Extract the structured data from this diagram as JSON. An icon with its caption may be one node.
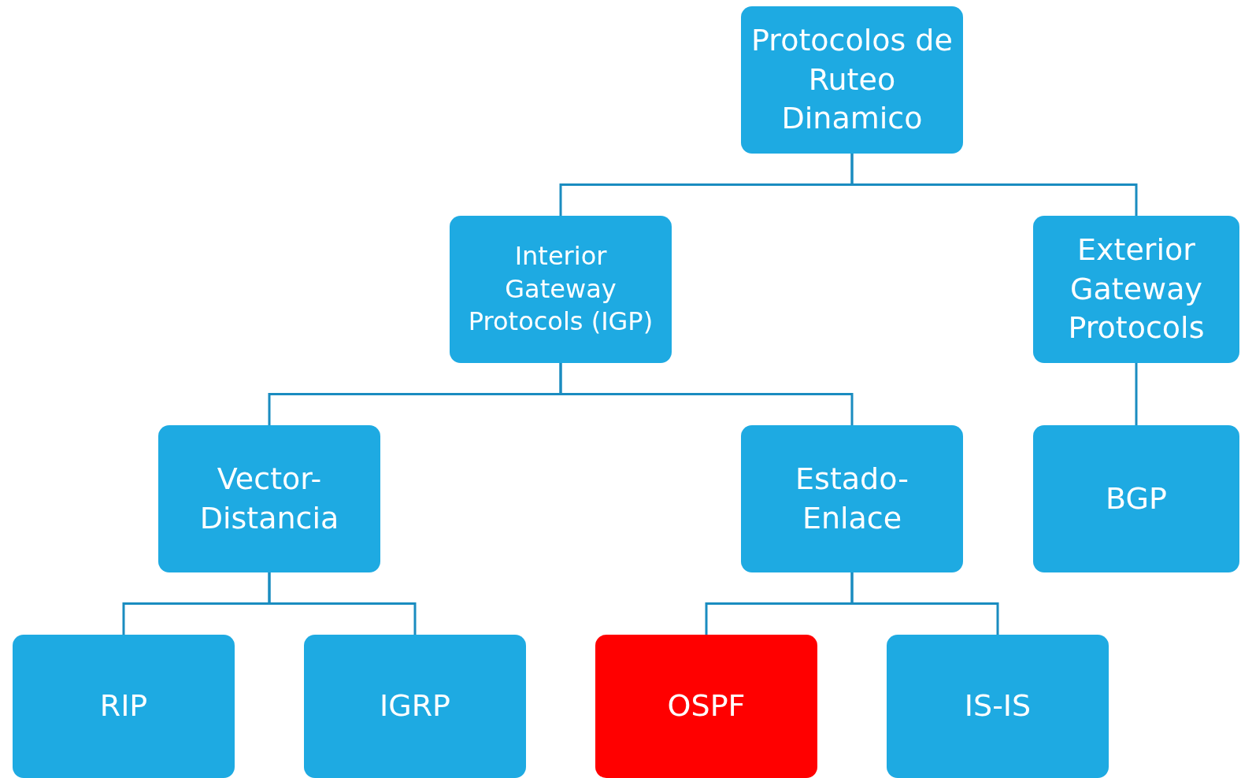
{
  "diagram": {
    "nodes": [
      {
        "text": [
          "Protocolos de Ruteo Dinamico"
        ]
      },
      {
        "text": [
          "Interior Gateway Protocols (IGP)"
        ]
      },
      {
        "text": [
          "Exterior Gateway Protocols"
        ]
      },
      {
        "text": [
          "Vector-Distancia"
        ]
      },
      {
        "text": [
          "Estado-Enlace"
        ]
      },
      {
        "text": [
          "BGP"
        ]
      },
      {
        "text": [
          "RIP"
        ]
      },
      {
        "text": [
          "IGRP"
        ]
      },
      {
        "text": [
          "OSPF"
        ]
      },
      {
        "text": [
          "IS-IS"
        ]
      }
    ],
    "edges": [
      {
        "from": 0,
        "to": 1,
        "arrow": "none"
      },
      {
        "from": 0,
        "to": 2,
        "arrow": "none"
      },
      {
        "from": 1,
        "to": 3,
        "arrow": "none"
      },
      {
        "from": 1,
        "to": 4,
        "arrow": "none"
      },
      {
        "from": 2,
        "to": 5,
        "arrow": "none"
      },
      {
        "from": 3,
        "to": 6,
        "arrow": "none"
      },
      {
        "from": 3,
        "to": 7,
        "arrow": "none"
      },
      {
        "from": 4,
        "to": 8,
        "arrow": "none"
      },
      {
        "from": 4,
        "to": 9,
        "arrow": "none"
      }
    ]
  }
}
